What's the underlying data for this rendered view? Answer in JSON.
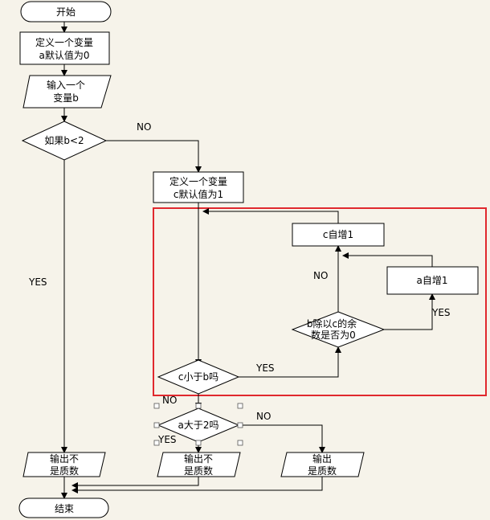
{
  "nodes": {
    "start": "开始",
    "def_a_1": "定义一个变量",
    "def_a_2": "a默认值为0",
    "input_b_1": "输入一个",
    "input_b_2": "变量b",
    "if_b_lt_2": "如果b<2",
    "def_c_1": "定义一个变量",
    "def_c_2": "c默认值为1",
    "c_inc": "c自增1",
    "a_inc": "a自增1",
    "mod_check_1": "b除以c的余",
    "mod_check_2": "数是否为0",
    "c_lt_b": "c小于b吗",
    "a_gt_2": "a大于2吗",
    "out_left_1": "输出不",
    "out_left_2": "是质数",
    "out_mid_1": "输出不",
    "out_mid_2": "是质数",
    "out_right_1": "输出",
    "out_right_2": "是质数",
    "end": "结束"
  },
  "edge_labels": {
    "no_b": "NO",
    "yes_b": "YES",
    "no_mod": "NO",
    "yes_mod": "YES",
    "yes_c": "YES",
    "no_c": "NO",
    "no_a": "NO",
    "yes_a": "YES"
  },
  "colors": {
    "background": "#f6f3ea",
    "highlight_frame": "#e0282e"
  }
}
